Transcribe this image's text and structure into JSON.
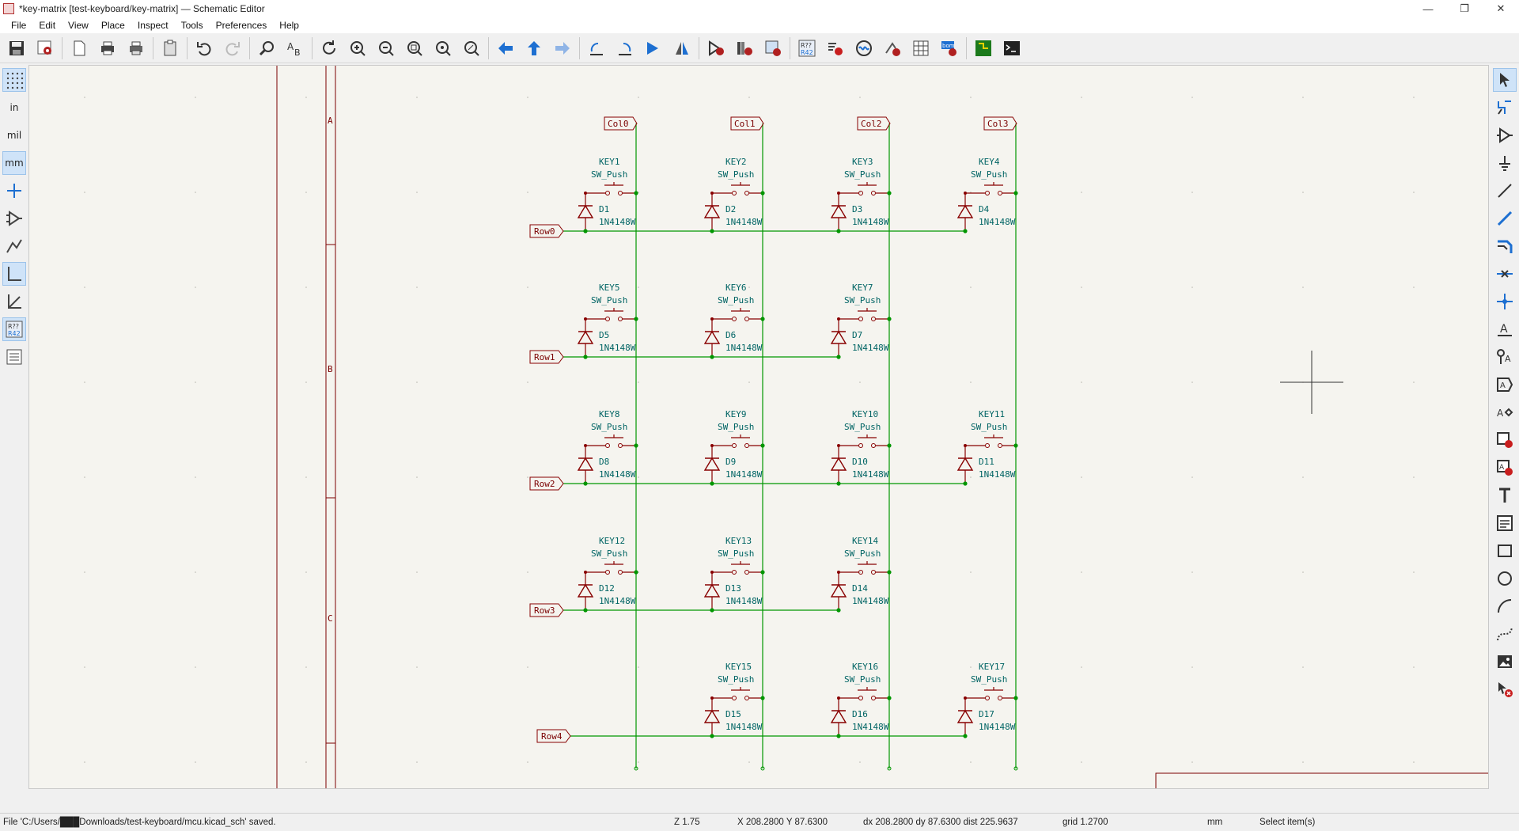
{
  "window": {
    "title": "*key-matrix [test-keyboard/key-matrix] — Schematic Editor",
    "minimize": "—",
    "restore": "❐",
    "close": "✕"
  },
  "menu": [
    "File",
    "Edit",
    "View",
    "Place",
    "Inspect",
    "Tools",
    "Preferences",
    "Help"
  ],
  "left_toolbar": {
    "units_in": "in",
    "units_mil": "mil",
    "units_mm": "mm"
  },
  "border_labels": {
    "a": "A",
    "b": "B",
    "c": "C"
  },
  "columns": [
    "Col0",
    "Col1",
    "Col2",
    "Col3"
  ],
  "rows": [
    "Row0",
    "Row1",
    "Row2",
    "Row3",
    "Row4"
  ],
  "switch_value": "SW_Push",
  "diode_value": "1N4148W",
  "keys": [
    {
      "row": 0,
      "col": 0,
      "ref": "KEY1",
      "diode": "D1"
    },
    {
      "row": 0,
      "col": 1,
      "ref": "KEY2",
      "diode": "D2"
    },
    {
      "row": 0,
      "col": 2,
      "ref": "KEY3",
      "diode": "D3"
    },
    {
      "row": 0,
      "col": 3,
      "ref": "KEY4",
      "diode": "D4"
    },
    {
      "row": 1,
      "col": 0,
      "ref": "KEY5",
      "diode": "D5"
    },
    {
      "row": 1,
      "col": 1,
      "ref": "KEY6",
      "diode": "D6"
    },
    {
      "row": 1,
      "col": 2,
      "ref": "KEY7",
      "diode": "D7"
    },
    {
      "row": 2,
      "col": 0,
      "ref": "KEY8",
      "diode": "D8"
    },
    {
      "row": 2,
      "col": 1,
      "ref": "KEY9",
      "diode": "D9"
    },
    {
      "row": 2,
      "col": 2,
      "ref": "KEY10",
      "diode": "D10"
    },
    {
      "row": 2,
      "col": 3,
      "ref": "KEY11",
      "diode": "D11"
    },
    {
      "row": 3,
      "col": 0,
      "ref": "KEY12",
      "diode": "D12"
    },
    {
      "row": 3,
      "col": 1,
      "ref": "KEY13",
      "diode": "D13"
    },
    {
      "row": 3,
      "col": 2,
      "ref": "KEY14",
      "diode": "D14"
    },
    {
      "row": 4,
      "col": 1,
      "ref": "KEY15",
      "diode": "D15"
    },
    {
      "row": 4,
      "col": 2,
      "ref": "KEY16",
      "diode": "D16"
    },
    {
      "row": 4,
      "col": 3,
      "ref": "KEY17",
      "diode": "D17"
    }
  ],
  "status": {
    "message": "File 'C:/Users/███Downloads/test-keyboard/mcu.kicad_sch' saved.",
    "zoom": "Z 1.75",
    "xy": "X 208.2800  Y 87.6300",
    "delta": "dx 208.2800  dy 87.6300  dist 225.9637",
    "grid": "grid 1.2700",
    "units": "mm",
    "mode": "Select item(s)"
  },
  "colors": {
    "wire": "#009600",
    "component": "#880000",
    "text": "#006464",
    "border": "#7a0000",
    "canvas": "#f5f4ef"
  }
}
